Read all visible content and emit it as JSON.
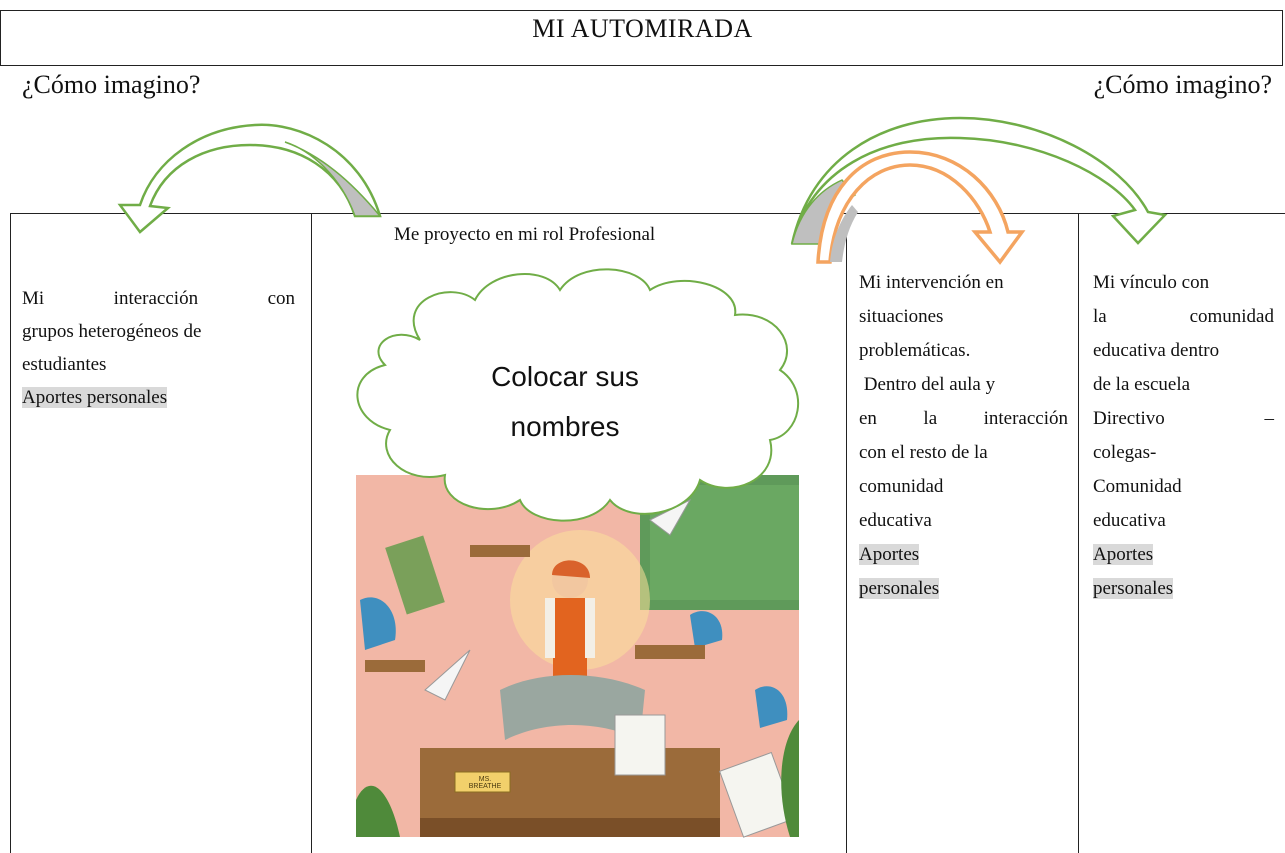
{
  "title": "MI  AUTOMIRADA",
  "left_question": "¿Cómo imagino?",
  "right_question": "¿Cómo imagino?",
  "center": {
    "caption": "Me proyecto en mi  rol Profesional",
    "cloud_line1": "Colocar sus",
    "cloud_line2": "nombres",
    "illustration": "teacher-meditating-in-classroom-illustration",
    "nameplate": "MS. BREATHE"
  },
  "col1": {
    "line1": [
      "Mi",
      "interacción",
      "con"
    ],
    "line2": "grupos heterogéneos de",
    "line3": "estudiantes",
    "highlight": "Aportes personales"
  },
  "col3": {
    "lines": [
      "Mi intervención en",
      "situaciones",
      "problemáticas.",
      " Dentro del aula y",
      "en la interacción",
      "con el resto de la",
      "comunidad",
      "educativa"
    ],
    "highlight1": "Aportes",
    "highlight2": "personales"
  },
  "col4": {
    "lines": [
      "Mi vínculo con",
      "la comunidad",
      "educativa dentro",
      "de la escuela",
      "Directivo –",
      "colegas-",
      "Comunidad",
      "educativa"
    ],
    "highlight1": "Aportes",
    "highlight2": "personales"
  },
  "colors": {
    "arrow_green": "#70ad47",
    "arrow_gray": "#bfbfbf",
    "arrow_orange": "#f4a460",
    "highlight": "#d9d9d9"
  }
}
